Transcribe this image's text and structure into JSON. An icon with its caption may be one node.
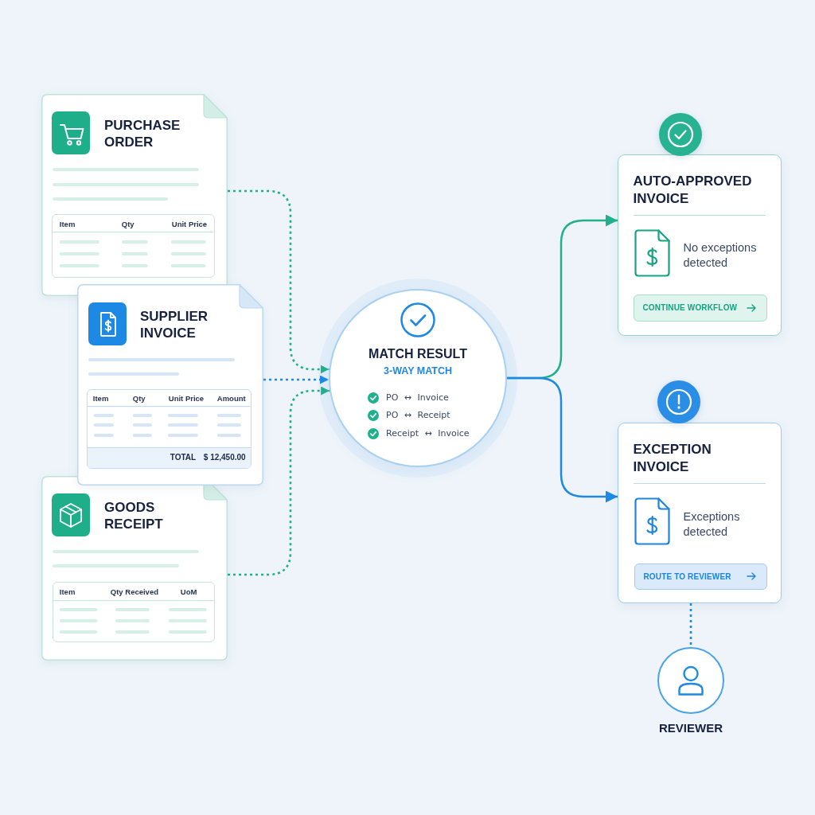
{
  "diagram": {
    "nodes": [
      {
        "text": [
          "PURCHASE ORDER"
        ]
      },
      {
        "text": [
          "Item",
          "Qty",
          "Unit Price"
        ],
        "in": 0
      },
      {
        "text": [
          "SUPPLIER INVOICE"
        ]
      },
      {
        "text": [
          "Item",
          "Qty",
          "Unit Price",
          "Amount",
          "TOTAL",
          "$ 12,450.00"
        ],
        "in": 2
      },
      {
        "text": [
          "GOODS RECEIPT"
        ]
      },
      {
        "text": [
          "Item",
          "Qty Received",
          "UoM"
        ],
        "in": 4
      },
      {
        "text": [
          "MATCH RESULT",
          "3-WAY MATCH",
          "PO ↔ Invoice",
          "PO ↔ Receipt",
          "Receipt ↔ Invoice"
        ]
      },
      {
        "text": [
          "AUTO-APPROVED INVOICE",
          "No exceptions detected"
        ]
      },
      {
        "text": [
          "CONTINUE WORKFLOW"
        ],
        "in": 7
      },
      {
        "text": [
          "EXCEPTION INVOICE",
          "Exceptions detected"
        ]
      },
      {
        "text": [
          "ROUTE TO REVIEWER"
        ],
        "in": 9
      },
      {
        "text": [
          "REVIEWER"
        ]
      }
    ],
    "edges": [
      {
        "from": 0,
        "to": 6,
        "arrow": "to",
        "style": "dashed",
        "color": "#22b08c"
      },
      {
        "from": 2,
        "to": 6,
        "arrow": "to",
        "style": "dashed",
        "color": "#1e88e5"
      },
      {
        "from": 4,
        "to": 6,
        "arrow": "to",
        "style": "dashed",
        "color": "#22b08c"
      },
      {
        "from": 6,
        "to": 7,
        "arrow": "to",
        "color": "#22b08c"
      },
      {
        "from": 6,
        "to": 9,
        "arrow": "to",
        "color": "#1e88e5"
      },
      {
        "from": 9,
        "to": 11,
        "arrow": "none",
        "style": "dashed",
        "color": "#1e88e5"
      }
    ]
  }
}
